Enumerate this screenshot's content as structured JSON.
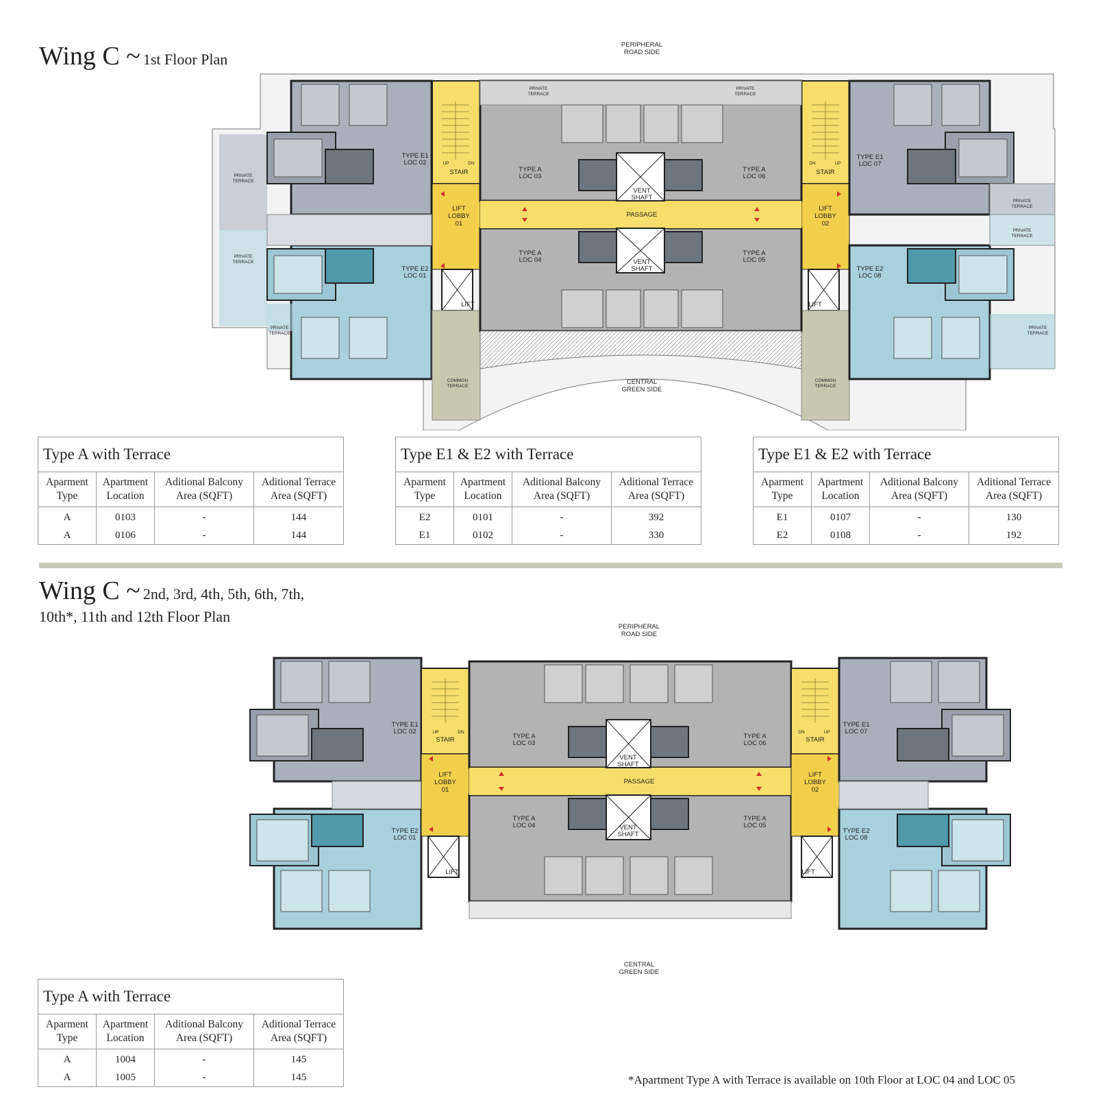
{
  "floor1": {
    "heading_main": "Wing C ~",
    "heading_sub": "1st Floor Plan",
    "plan": {
      "road_line1": "PERIPHERAL",
      "road_line2": "ROAD SIDE",
      "green_line1": "CENTRAL",
      "green_line2": "GREEN SIDE",
      "passage": "PASSAGE",
      "lobby1": [
        "LIFT",
        "LOBBY",
        "01"
      ],
      "lobby2": [
        "LIFT",
        "LOBBY",
        "02"
      ],
      "stair": "STAIR",
      "up": "UP",
      "dn": "DN",
      "lift": "LIFT",
      "vent": [
        "VENT",
        "SHAFT"
      ],
      "units": [
        {
          "l1": "TYPE E1",
          "l2": "LOC 02"
        },
        {
          "l1": "TYPE E2",
          "l2": "LOC 01"
        },
        {
          "l1": "TYPE A",
          "l2": "LOC 03"
        },
        {
          "l1": "TYPE A",
          "l2": "LOC 04"
        },
        {
          "l1": "TYPE A",
          "l2": "LOC 06"
        },
        {
          "l1": "TYPE A",
          "l2": "LOC 05"
        },
        {
          "l1": "TYPE E1",
          "l2": "LOC 07"
        },
        {
          "l1": "TYPE E2",
          "l2": "LOC 08"
        }
      ],
      "private_terrace": [
        "PRIVATE",
        "TERRACE"
      ],
      "common_terrace": [
        "COMMON",
        "TERRACE"
      ]
    }
  },
  "floor_upper": {
    "heading_main": "Wing C ~",
    "heading_sub1": "2nd, 3rd, 4th, 5th, 6th, 7th,",
    "heading_sub2": "10th*, 11th and 12th Floor Plan",
    "plan": {
      "road_line1": "PERIPHERAL",
      "road_line2": "ROAD SIDE",
      "green_line1": "CENTRAL",
      "green_line2": "GREEN SIDE",
      "passage": "PASSAGE",
      "lobby1": [
        "LIFT",
        "LOBBY",
        "01"
      ],
      "lobby2": [
        "LIFT",
        "LOBBY",
        "02"
      ],
      "stair": "STAIR",
      "up": "UP",
      "dn": "DN",
      "lift": "LIFT",
      "vent": [
        "VENT",
        "SHAFT"
      ],
      "units": [
        {
          "l1": "TYPE E1",
          "l2": "LOC 02"
        },
        {
          "l1": "TYPE E2",
          "l2": "LOC 01"
        },
        {
          "l1": "TYPE A",
          "l2": "LOC 03"
        },
        {
          "l1": "TYPE A",
          "l2": "LOC 04"
        },
        {
          "l1": "TYPE A",
          "l2": "LOC 06"
        },
        {
          "l1": "TYPE A",
          "l2": "LOC 05"
        },
        {
          "l1": "TYPE E1",
          "l2": "LOC 07"
        },
        {
          "l1": "TYPE E2",
          "l2": "LOC 08"
        }
      ]
    }
  },
  "columns": {
    "c1a": "Aparment",
    "c1b": "Type",
    "c2a": "Apartment",
    "c2b": "Location",
    "c3a": "Aditional Balcony",
    "c3b": "Area (SQFT)",
    "c4a": "Aditional Terrace",
    "c4b": "Area (SQFT)"
  },
  "tables": [
    {
      "caption": "Type A with Terrace",
      "rows": [
        [
          "A",
          "0103",
          "-",
          "144"
        ],
        [
          "A",
          "0106",
          "-",
          "144"
        ]
      ]
    },
    {
      "caption": "Type E1 & E2 with Terrace",
      "rows": [
        [
          "E2",
          "0101",
          "-",
          "392"
        ],
        [
          "E1",
          "0102",
          "-",
          "330"
        ]
      ]
    },
    {
      "caption": "Type E1 & E2 with Terrace",
      "rows": [
        [
          "E1",
          "0107",
          "-",
          "130"
        ],
        [
          "E2",
          "0108",
          "-",
          "192"
        ]
      ]
    },
    {
      "caption": "Type A with Terrace",
      "rows": [
        [
          "A",
          "1004",
          "-",
          "145"
        ],
        [
          "A",
          "1005",
          "-",
          "145"
        ]
      ]
    }
  ],
  "footnote": "*Apartment Type A with Terrace is available on 10th Floor at LOC 04 and LOC 05",
  "colors": {
    "grey_unit": "#a9afbb",
    "blue_unit": "#a9d1dd",
    "grey_bath": "#6d757f",
    "blue_bath": "#4f9aab",
    "center_unit": "#b3b3b3",
    "yellow": "#f7de6a",
    "lobby_yellow": "#f2d04b",
    "common_terrace": "#c8c8b0"
  }
}
